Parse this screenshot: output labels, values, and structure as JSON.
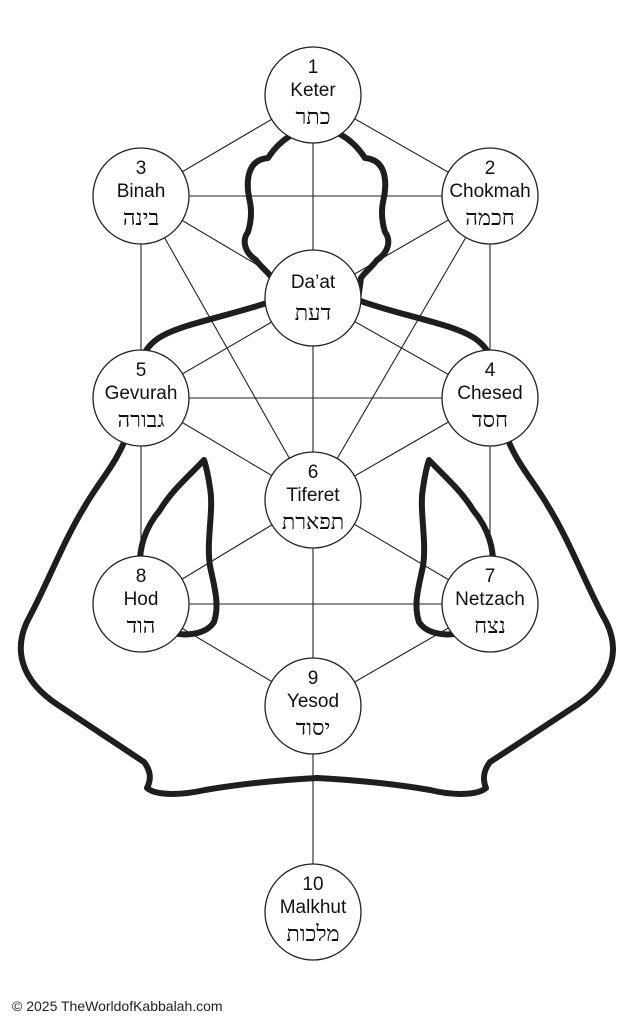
{
  "nodes": [
    {
      "id": "keter",
      "number": "1",
      "name": "Keter",
      "hebrew": "כתר"
    },
    {
      "id": "chokmah",
      "number": "2",
      "name": "Chokmah",
      "hebrew": "חכמה"
    },
    {
      "id": "binah",
      "number": "3",
      "name": "Binah",
      "hebrew": "בינה"
    },
    {
      "id": "daat",
      "number": "",
      "name": "Da’at",
      "hebrew": "דעת"
    },
    {
      "id": "chesed",
      "number": "4",
      "name": "Chesed",
      "hebrew": "חסד"
    },
    {
      "id": "gevurah",
      "number": "5",
      "name": "Gevurah",
      "hebrew": "גבורה"
    },
    {
      "id": "tiferet",
      "number": "6",
      "name": "Tiferet",
      "hebrew": "תפארת"
    },
    {
      "id": "netzach",
      "number": "7",
      "name": "Netzach",
      "hebrew": "נצח"
    },
    {
      "id": "hod",
      "number": "8",
      "name": "Hod",
      "hebrew": "הוד"
    },
    {
      "id": "yesod",
      "number": "9",
      "name": "Yesod",
      "hebrew": "יסוד"
    },
    {
      "id": "malkhut",
      "number": "10",
      "name": "Malkhut",
      "hebrew": "מלכות"
    }
  ],
  "paths": [
    [
      "keter",
      "chokmah"
    ],
    [
      "keter",
      "binah"
    ],
    [
      "keter",
      "daat"
    ],
    [
      "binah",
      "chokmah"
    ],
    [
      "binah",
      "daat"
    ],
    [
      "chokmah",
      "daat"
    ],
    [
      "binah",
      "gevurah"
    ],
    [
      "chokmah",
      "chesed"
    ],
    [
      "binah",
      "tiferet"
    ],
    [
      "chokmah",
      "tiferet"
    ],
    [
      "daat",
      "gevurah"
    ],
    [
      "daat",
      "chesed"
    ],
    [
      "daat",
      "tiferet"
    ],
    [
      "gevurah",
      "chesed"
    ],
    [
      "gevurah",
      "tiferet"
    ],
    [
      "chesed",
      "tiferet"
    ],
    [
      "gevurah",
      "hod"
    ],
    [
      "chesed",
      "netzach"
    ],
    [
      "tiferet",
      "hod"
    ],
    [
      "tiferet",
      "netzach"
    ],
    [
      "tiferet",
      "yesod"
    ],
    [
      "hod",
      "netzach"
    ],
    [
      "hod",
      "yesod"
    ],
    [
      "netzach",
      "yesod"
    ],
    [
      "yesod",
      "malkhut"
    ]
  ],
  "copyright": "© 2025 TheWorldofKabbalah.com"
}
